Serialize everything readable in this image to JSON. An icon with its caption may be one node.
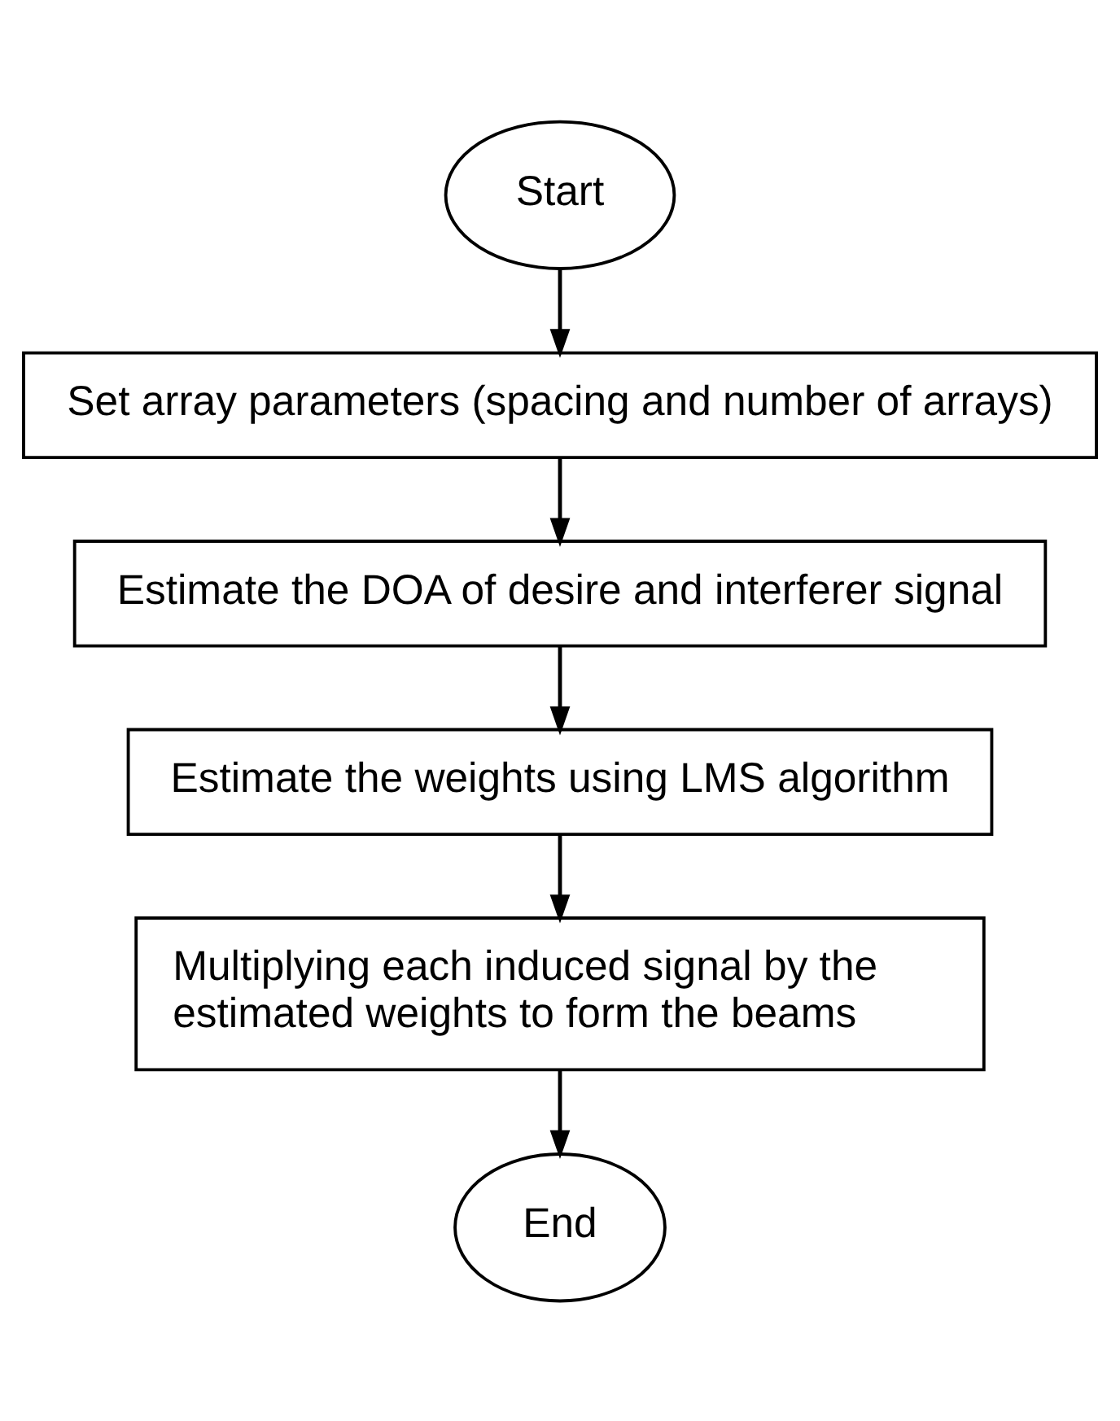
{
  "diagram": {
    "nodes": [
      {
        "text": [
          "Start"
        ]
      },
      {
        "text": [
          "Set array parameters (spacing and number of arrays)"
        ]
      },
      {
        "text": [
          "Estimate the DOA of desire and interferer signal"
        ]
      },
      {
        "text": [
          "Estimate the weights using LMS algorithm"
        ]
      },
      {
        "text": [
          "Multiplying each induced signal by the estimated weights to form the beams"
        ]
      },
      {
        "text": [
          "End"
        ]
      }
    ],
    "edges": [
      {
        "from": 0,
        "to": 1,
        "arrow": "to"
      },
      {
        "from": 1,
        "to": 2,
        "arrow": "to"
      },
      {
        "from": 2,
        "to": 3,
        "arrow": "to"
      },
      {
        "from": 3,
        "to": 4,
        "arrow": "to"
      },
      {
        "from": 4,
        "to": 5,
        "arrow": "to"
      }
    ]
  }
}
